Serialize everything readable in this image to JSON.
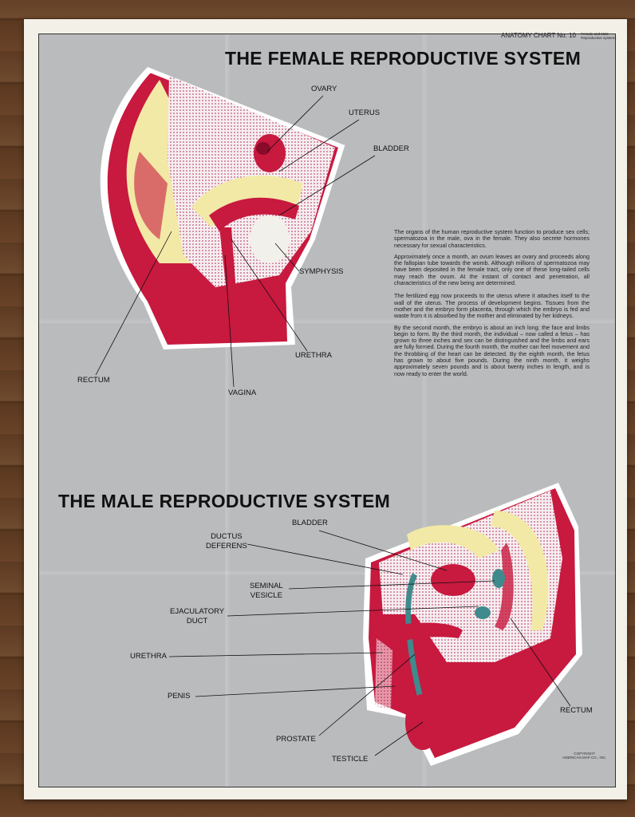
{
  "header": {
    "chart_number": "ANATOMY CHART No. 10",
    "subtitle_line1": "Female and Male",
    "subtitle_line2": "Reproductive systems"
  },
  "female": {
    "title": "THE FEMALE REPRODUCTIVE SYSTEM",
    "labels": {
      "ovary": "OVARY",
      "uterus": "UTERUS",
      "bladder": "BLADDER",
      "symphysis": "SYMPHYSIS",
      "urethra": "URETHRA",
      "vagina": "VAGINA",
      "rectum": "RECTUM"
    }
  },
  "text": {
    "paragraphs": [
      "The organs of the human reproductive system function to produce sex cells; spermatozoa in the male, ova in the female. They also secrete hormones necessary for sexual characteristics.",
      "Approximately once a month, an ovum leaves an ovary and proceeds along the fallopian tube towards the womb. Although millions of spermatozoa may have been deposited in the female tract, only one of these long-tailed cells may reach the ovum. At the instant of contact and penetration, all characteristics of the new being are determined.",
      "The fertilized egg now proceeds to the uterus where it attaches itself to the wall of the uterus. The process of development begins. Tissues from the mother and the embryo form placenta, through which the embryo is fed and waste from it is absorbed by the mother and eliminated by her kidneys.",
      "By the second month, the embryo is about an inch long; the face and limbs begin to form. By the third month, the individual – now called a fetus – has grown to three inches and sex can be distinguished and the limbs and ears are fully formed. During the fourth month, the mother can feel movement and the throbbing of the heart can be detected. By the eighth month, the fetus has grown to about five pounds. During the ninth month, it weighs approximately seven pounds and is about twenty inches in length, and is now ready to enter the world."
    ]
  },
  "male": {
    "title": "THE MALE REPRODUCTIVE SYSTEM",
    "labels": {
      "bladder": "BLADDER",
      "ductus_deferens": "DUCTUS\nDEFERENS",
      "seminal_vesicle": "SEMINAL\nVESICLE",
      "ejaculatory_duct": "EJACULATORY\nDUCT",
      "urethra": "URETHRA",
      "penis": "PENIS",
      "prostate": "PROSTATE",
      "testicle": "TESTICLE",
      "rectum": "RECTUM"
    }
  },
  "footer": {
    "copyright_line1": "COPYRIGHT",
    "copyright_line2": "AMERICAN MAP CO., INC."
  },
  "colors": {
    "crimson": "#c8193f",
    "cream": "#f2e9a6",
    "panel": "#b9bbbd",
    "teal": "#3f8a8c"
  }
}
